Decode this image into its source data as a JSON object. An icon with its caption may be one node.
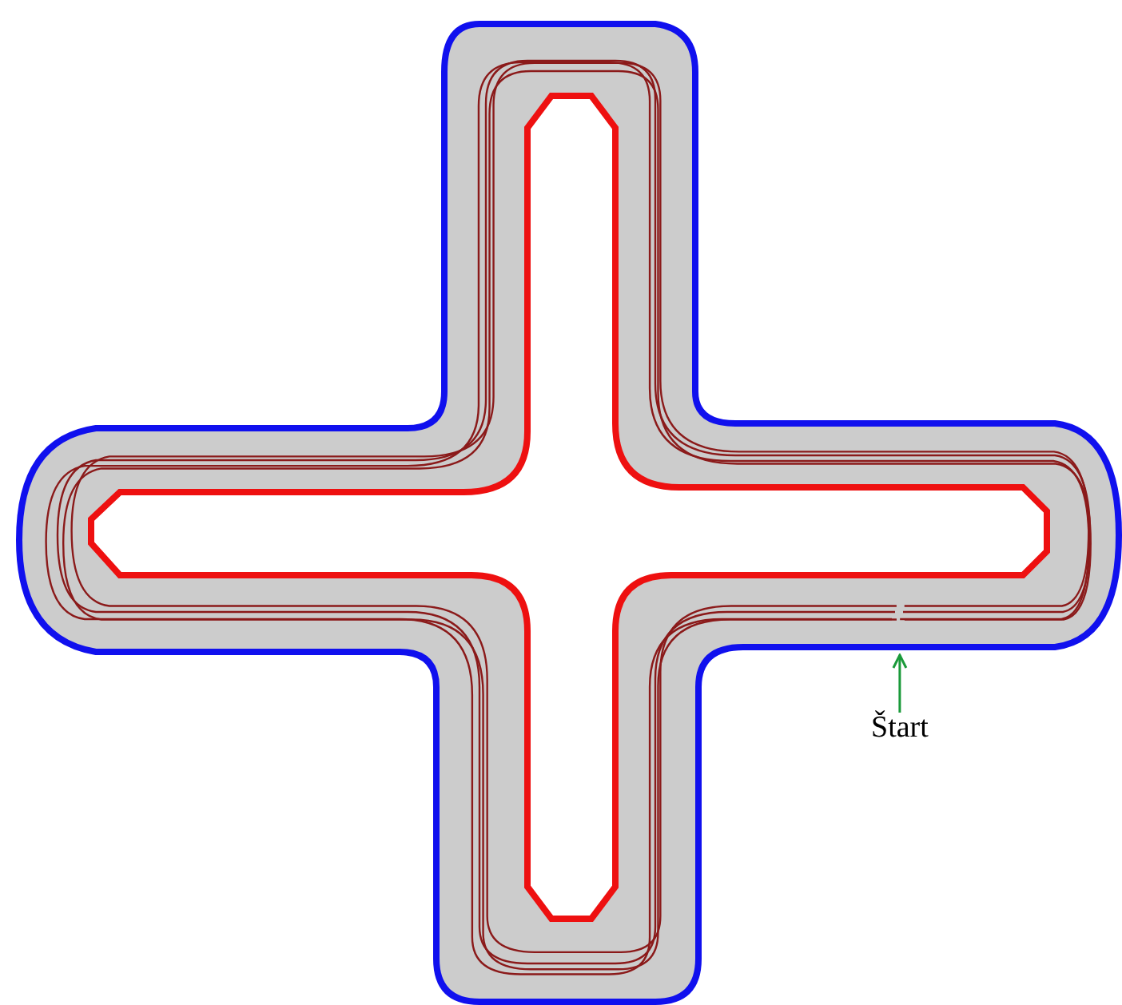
{
  "diagram": {
    "nodes": [
      {
        "text": [
          "Štart"
        ]
      },
      {
        "text": [],
        "shape": "picture"
      }
    ],
    "edges": [
      {
        "from": 0,
        "to": 1,
        "arrow": "to"
      }
    ]
  }
}
